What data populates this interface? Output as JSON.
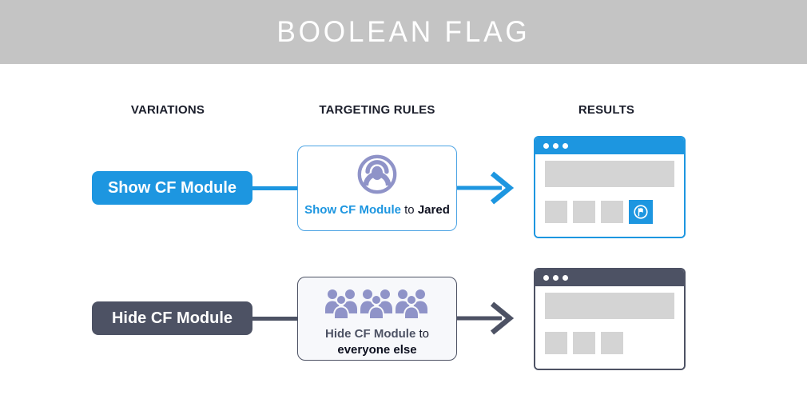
{
  "header": {
    "title": "BOOLEAN FLAG"
  },
  "columns": [
    {
      "label": "VARIATIONS"
    },
    {
      "label": "TARGETING RULES"
    },
    {
      "label": "RESULTS"
    }
  ],
  "rows": [
    {
      "variation": {
        "label": "Show CF Module",
        "color": "#1d96e0"
      },
      "rule": {
        "icon": "user-in-circle-icon",
        "flag_label": "Show CF Module",
        "connector_word": "to",
        "audience": "Jared"
      },
      "result": {
        "window_style": "module-visible",
        "titlebar_color": "#1d96e0",
        "dots": 3,
        "placeholder_tiles": 3,
        "module_tile": {
          "icon": "flag-in-circle-icon",
          "color": "#1d96e0"
        }
      }
    },
    {
      "variation": {
        "label": "Hide CF Module",
        "color": "#4d5264"
      },
      "rule": {
        "icon": "crowd-icon",
        "flag_label": "Hide CF Module",
        "connector_word": "to",
        "audience": "everyone else"
      },
      "result": {
        "window_style": "module-hidden",
        "titlebar_color": "#4d5264",
        "dots": 3,
        "placeholder_tiles": 3
      }
    }
  ],
  "colors": {
    "header_bg": "#c4c4c4",
    "blue": "#1d96e0",
    "slate": "#4d5264",
    "lavender": "#8f93c8",
    "placeholder_gray": "#d4d4d4",
    "rule_card_blue_border": "#4da4e4",
    "rule_card_slate_bg": "#f7f8fb",
    "text_dark": "#16192a"
  }
}
